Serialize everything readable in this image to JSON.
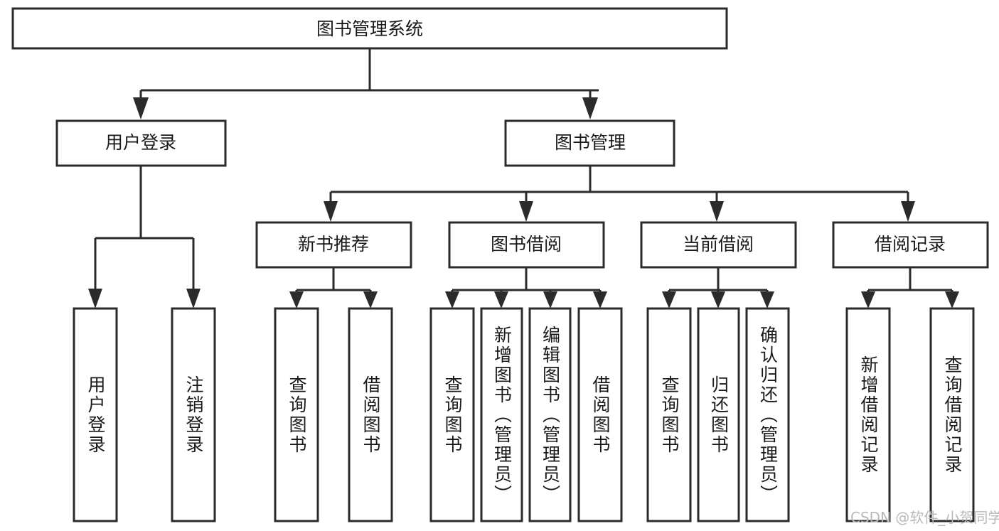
{
  "diagram": {
    "title": "图书管理系统",
    "type": "tree-hierarchy",
    "watermark": "CSDN @软件_小贺同学",
    "colors": {
      "stroke": "#2b2b2b",
      "node_fill": "#ffffff",
      "text": "#1a1a1a",
      "watermark": "#b9b9b9",
      "background": "#ffffff"
    },
    "root": {
      "label": "图书管理系统"
    },
    "level2": [
      {
        "label": "用户登录"
      },
      {
        "label": "图书管理"
      }
    ],
    "level3": [
      {
        "label": "新书推荐"
      },
      {
        "label": "图书借阅"
      },
      {
        "label": "当前借阅"
      },
      {
        "label": "借阅记录"
      }
    ],
    "leaves": {
      "user_login": [
        {
          "label": "用户登录"
        },
        {
          "label": "注销登录"
        }
      ],
      "new_book_recommend": [
        {
          "label": "查询图书"
        },
        {
          "label": "借阅图书"
        }
      ],
      "book_borrow": [
        {
          "label": "查询图书"
        },
        {
          "label": "新增图书（管理员）"
        },
        {
          "label": "编辑图书（管理员）"
        },
        {
          "label": "借阅图书"
        }
      ],
      "current_borrow": [
        {
          "label": "查询图书"
        },
        {
          "label": "归还图书"
        },
        {
          "label": "确认归还（管理员）"
        }
      ],
      "borrow_record": [
        {
          "label": "新增借阅记录"
        },
        {
          "label": "查询借阅记录"
        }
      ]
    }
  }
}
